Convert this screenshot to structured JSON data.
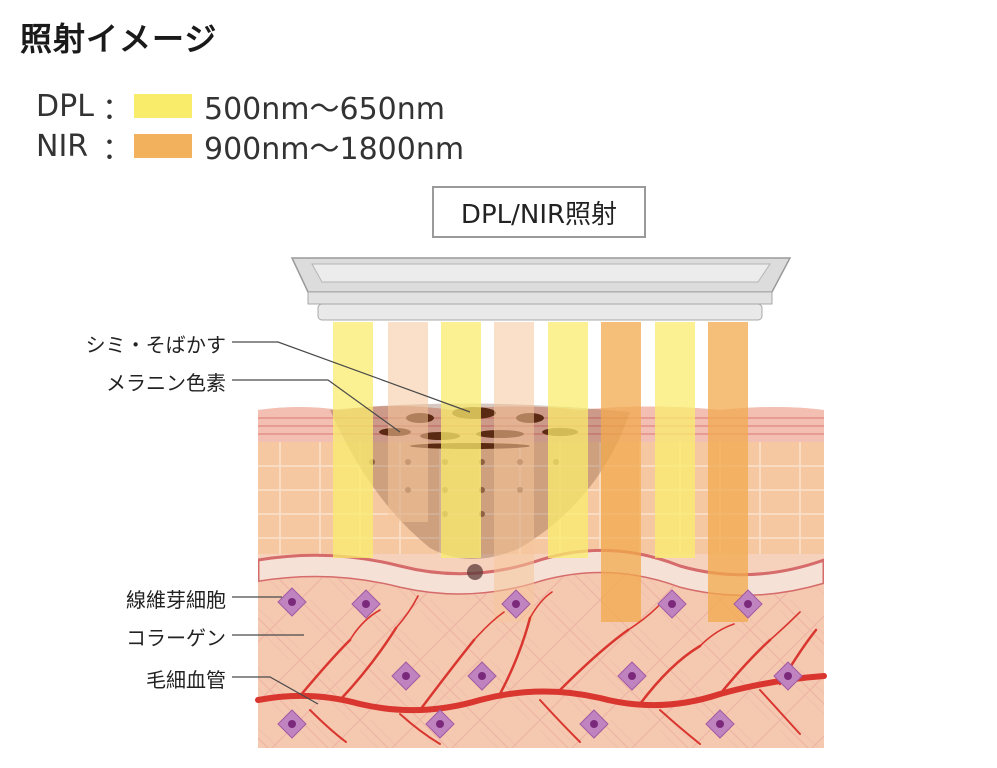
{
  "title": "照射イメージ",
  "legend": [
    {
      "name": "DPL",
      "colon": "：",
      "range": "500nm〜650nm",
      "color": "#f8ec6a"
    },
    {
      "name": "NIR",
      "colon": "：",
      "range": "900nm〜1800nm",
      "color": "#f2b15c"
    }
  ],
  "device_label": "DPL/NIR照射",
  "callouts": {
    "spots": "シミ・そばかす",
    "melanin": "メラニン色素",
    "fibroblast": "線維芽細胞",
    "collagen": "コラーゲン",
    "capillary": "毛細血管"
  },
  "colors": {
    "dpl_beam": "#f9ec6e",
    "nir_beam": "#f2a94e",
    "skin": "#f7c9a8",
    "dermis": "#f5c8b0",
    "vessel": "#d9362f",
    "fibroblast": "#b36fb1",
    "melanin": "#5b2a12"
  }
}
